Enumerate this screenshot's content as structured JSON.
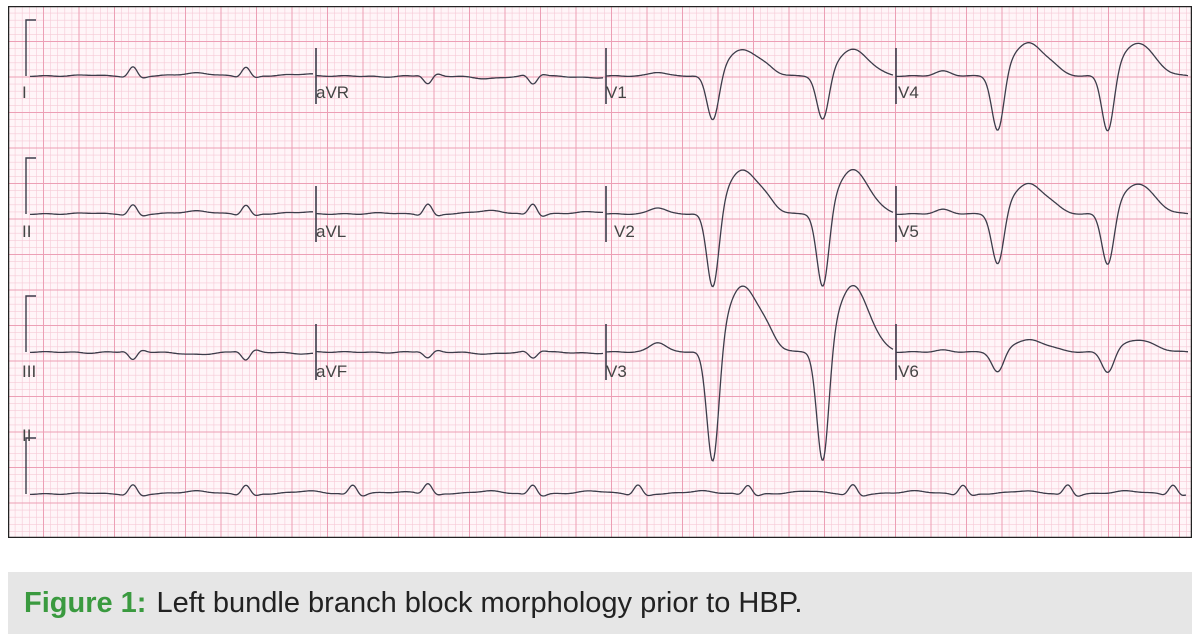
{
  "figure": {
    "caption_prefix": "Figure 1:",
    "caption_text": "Left bundle branch block morphology prior to HBP."
  },
  "colors": {
    "grid_minor": "#f6c9d6",
    "grid_major": "#ec9fb5",
    "paper": "#fff5f8",
    "trace": "#3c3c4a",
    "border": "#222222",
    "caption_green": "#3a9a3f",
    "caption_bg": "#e6e6e6"
  },
  "ecg": {
    "rows": [
      {
        "leads": [
          "I",
          "aVR",
          "V1",
          "V4"
        ]
      },
      {
        "leads": [
          "II",
          "aVL",
          "V2",
          "V5"
        ]
      },
      {
        "leads": [
          "III",
          "aVF",
          "V3",
          "V6"
        ]
      }
    ],
    "rhythm_strip": {
      "lead": "II"
    }
  }
}
